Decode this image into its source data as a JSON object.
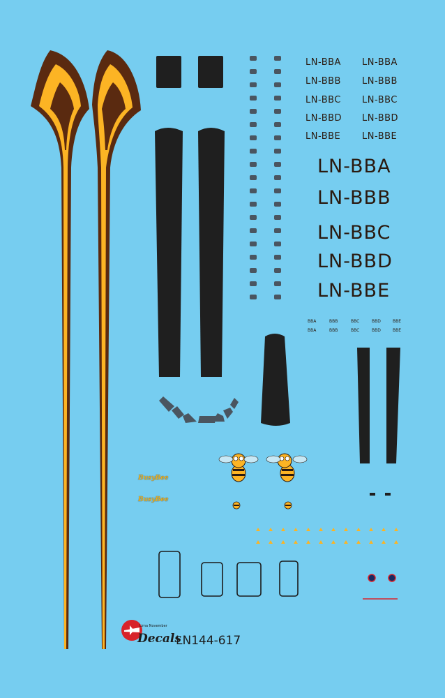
{
  "sheet": {
    "background": "#76cdf0",
    "product_code": "LN144-617",
    "brand_small": "Lima November",
    "brand_big": "Decals",
    "colors": {
      "brown": "#5a2a10",
      "yellow": "#fcb424",
      "black": "#1f1f1f",
      "red": "#d8232a"
    }
  },
  "registrations_small": [
    [
      "LN-BBA",
      "LN-BBA"
    ],
    [
      "LN-BBB",
      "LN-BBB"
    ],
    [
      "LN-BBC",
      "LN-BBC"
    ],
    [
      "LN-BBD",
      "LN-BBD"
    ],
    [
      "LN-BBE",
      "LN-BBE"
    ]
  ],
  "registrations_large": [
    "LN-BBA",
    "LN-BBB",
    "LN-BBC",
    "LN-BBD",
    "LN-BBE"
  ],
  "registrations_tiny": [
    [
      "BBA",
      "BBB",
      "BBC",
      "BBD",
      "BBE"
    ],
    [
      "BBA",
      "BBB",
      "BBC",
      "BBD",
      "BBE"
    ]
  ],
  "logo_text": [
    "BusyBee",
    "BusyBee"
  ]
}
